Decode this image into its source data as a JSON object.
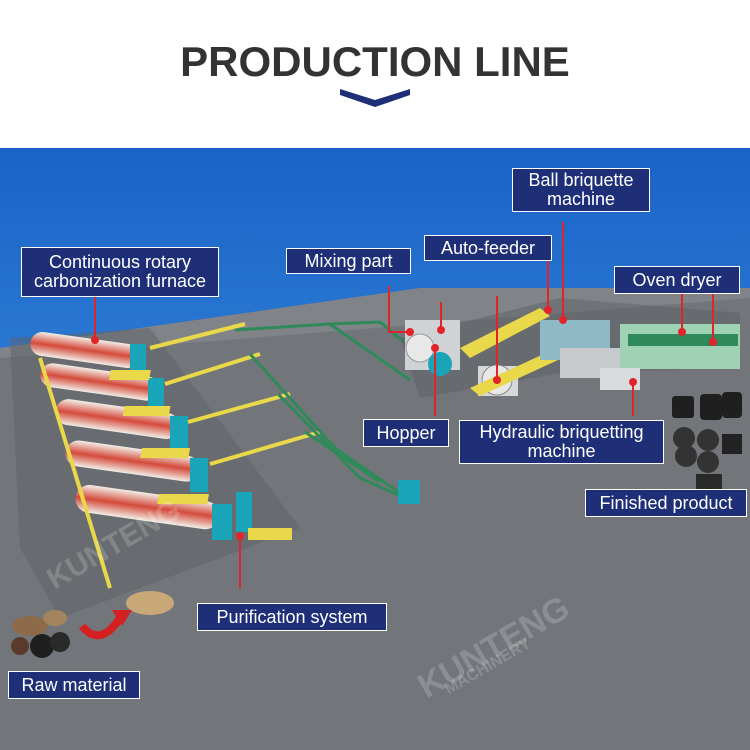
{
  "header": {
    "title": "PRODUCTION LINE"
  },
  "labels": {
    "furnace_line1": "Continuous rotary",
    "furnace_line2": "carbonization furnace",
    "mixing": "Mixing part",
    "autofeeder": "Auto-feeder",
    "ball_line1": "Ball briquette",
    "ball_line2": "machine",
    "oven": "Oven dryer",
    "hopper": "Hopper",
    "hydraulic_line1": "Hydraulic briquetting",
    "hydraulic_line2": "machine",
    "finished": "Finished product",
    "purification": "Purification system",
    "raw": "Raw material"
  },
  "watermark": {
    "brand": "KUNTENG",
    "sub": "MACHINERY"
  },
  "colors": {
    "label_bg": "#1e2f78",
    "sky": "#1f6fd1",
    "ground": "#6f7479",
    "pointer": "#e0242a",
    "pipe_yellow": "#e8d84a",
    "pipe_green": "#2f8a5a"
  }
}
